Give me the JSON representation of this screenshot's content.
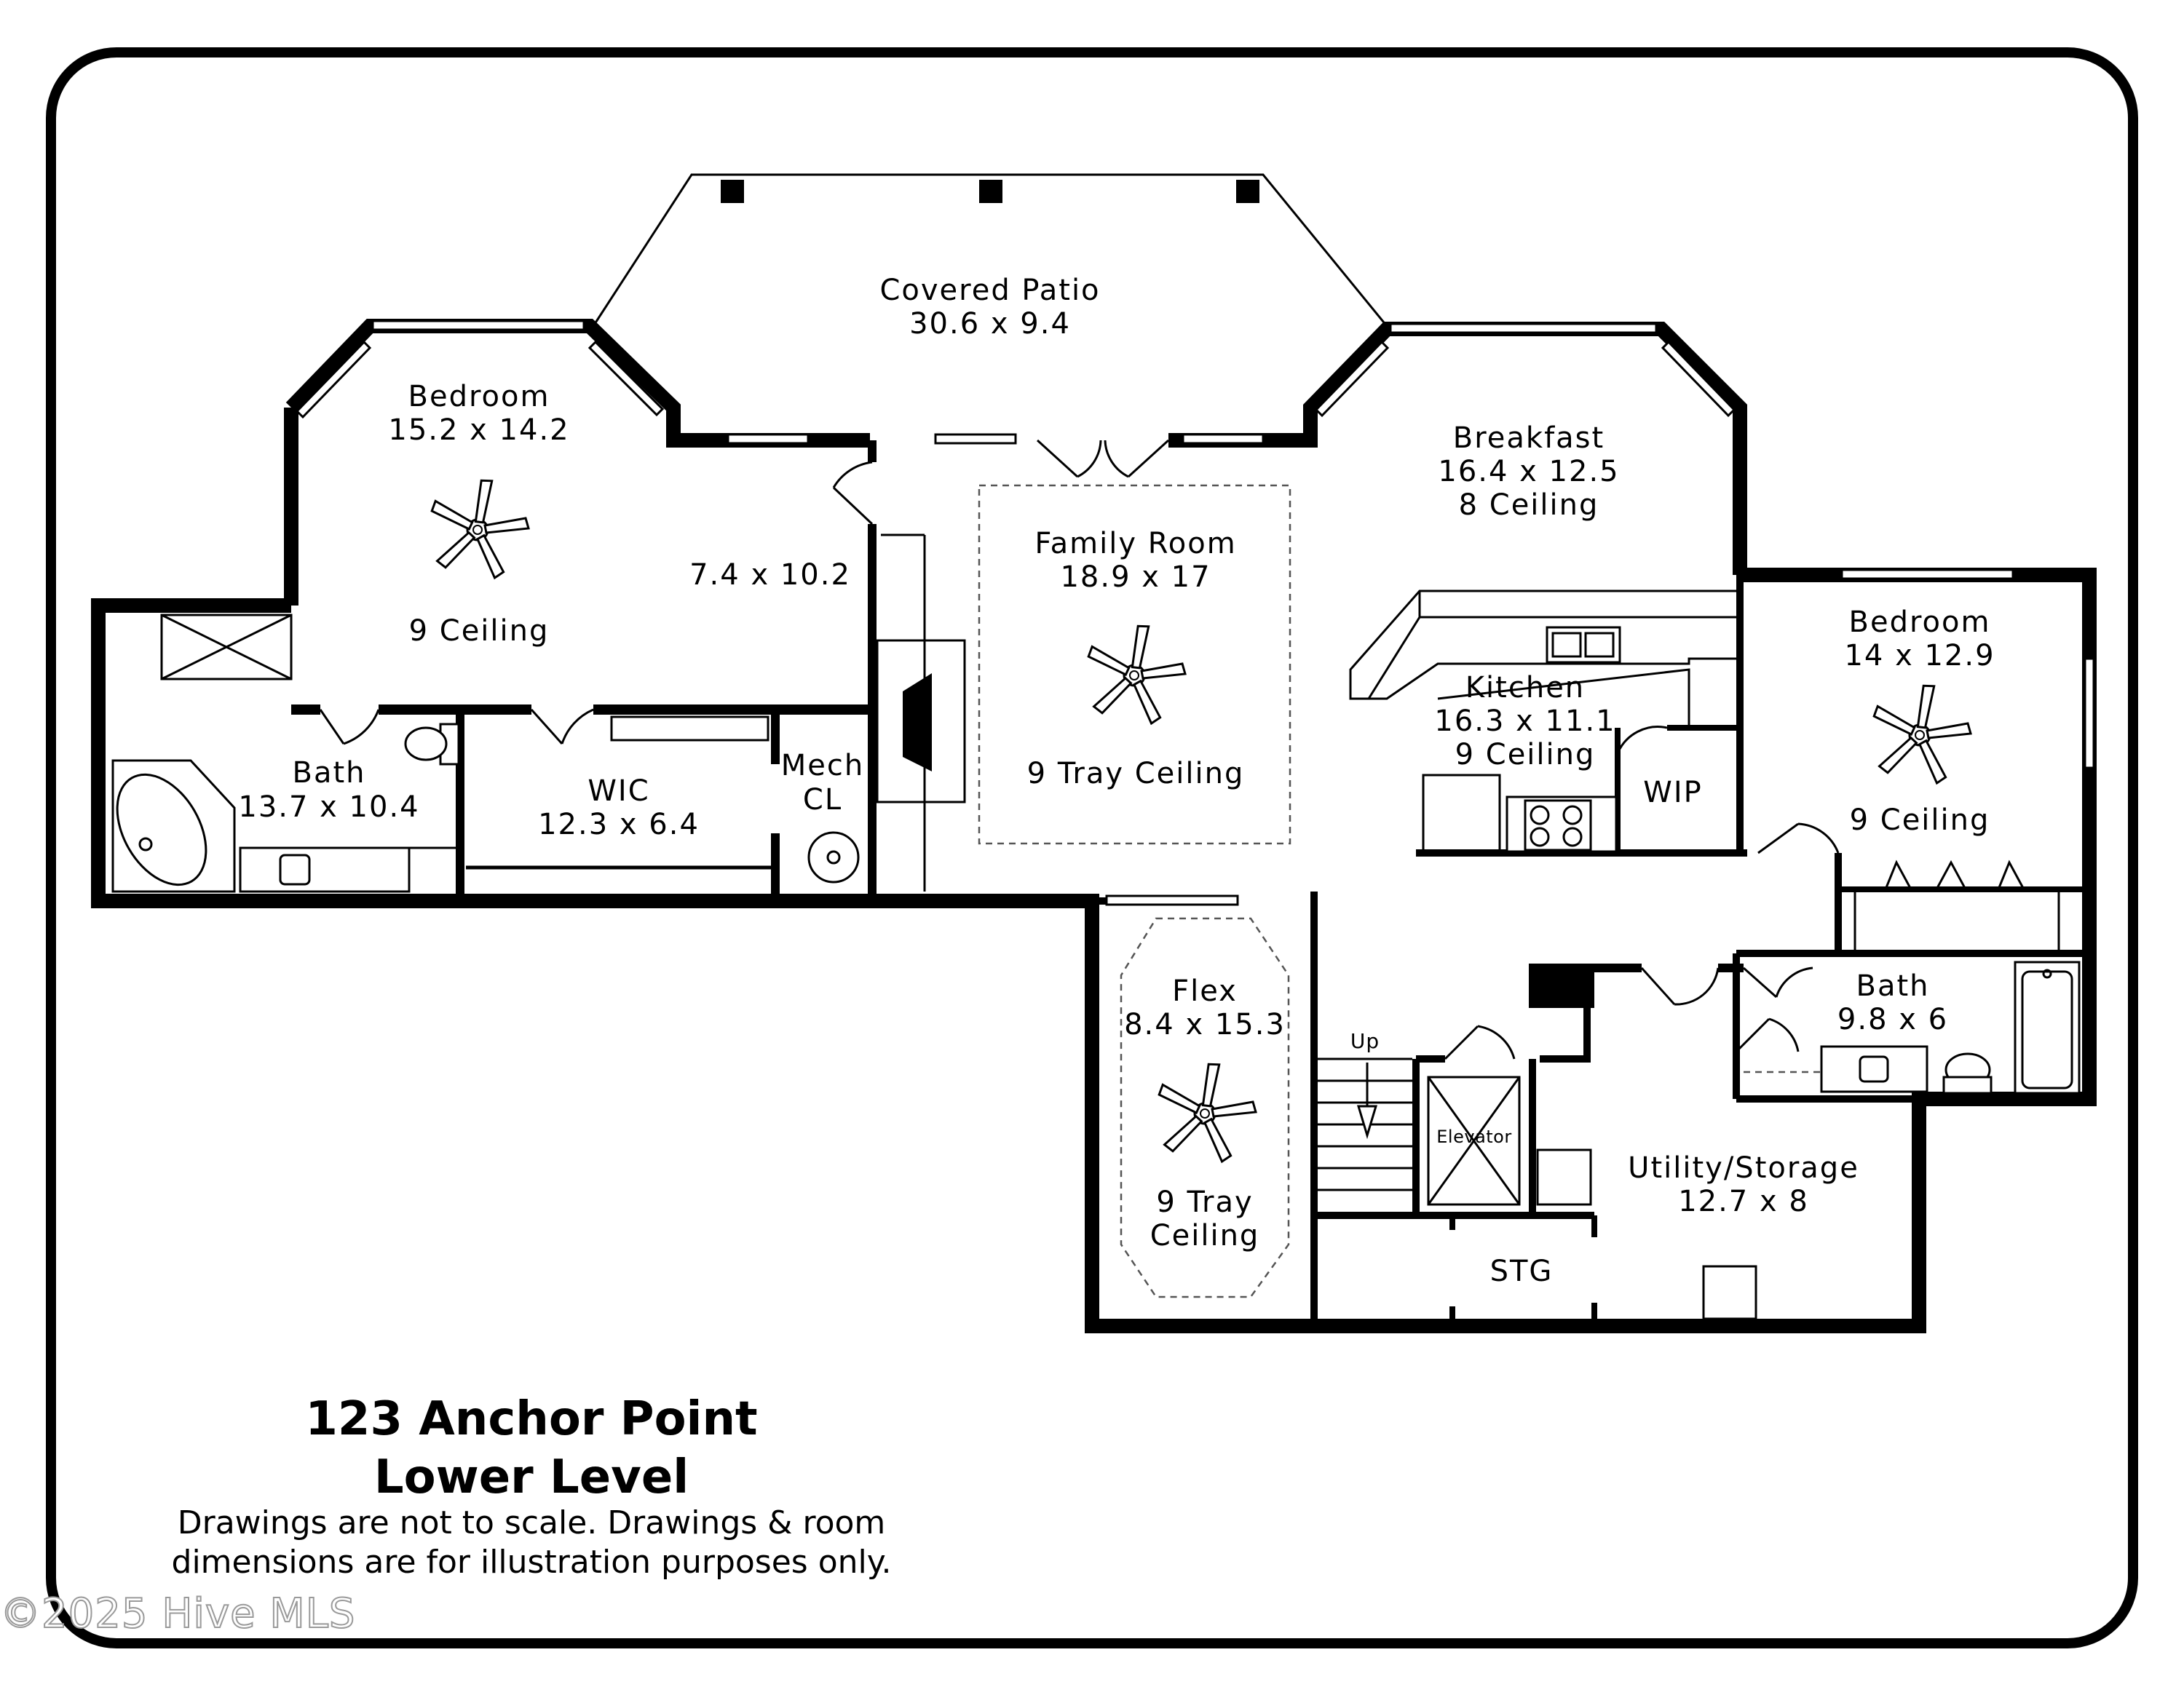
{
  "rooms": {
    "covered_patio": {
      "name": "Covered Patio",
      "dims": "30.6 x 9.4"
    },
    "bedroom_1": {
      "name": "Bedroom",
      "dims": "15.2 x 14.2",
      "ceiling": "9 Ceiling"
    },
    "closet_1": {
      "dims": "7.4 x 10.2"
    },
    "bath_1": {
      "name": "Bath",
      "dims": "13.7 x 10.4"
    },
    "wic": {
      "name": "WIC",
      "dims": "12.3 x 6.4"
    },
    "mech": {
      "line1": "Mech",
      "line2": "CL"
    },
    "family_room": {
      "name": "Family Room",
      "dims": "18.9 x 17",
      "ceiling": "9 Tray Ceiling"
    },
    "breakfast": {
      "name": "Breakfast",
      "dims": "16.4 x 12.5",
      "ceiling": "8 Ceiling"
    },
    "kitchen": {
      "name": "Kitchen",
      "dims": "16.3 x 11.1",
      "ceiling": "9 Ceiling"
    },
    "wip": {
      "name": "WIP"
    },
    "bedroom_2": {
      "name": "Bedroom",
      "dims": "14 x 12.9",
      "ceiling": "9 Ceiling"
    },
    "bath_2": {
      "name": "Bath",
      "dims": "9.8 x 6"
    },
    "flex": {
      "name": "Flex",
      "dims": "8.4 x 15.3",
      "ceiling_line1": "9 Tray",
      "ceiling_line2": "Ceiling"
    },
    "utility": {
      "name": "Utility/Storage",
      "dims": "12.7 x 8"
    },
    "stg": {
      "name": "STG"
    },
    "elevator": {
      "name": "Elevator"
    },
    "stairs": {
      "label": "Up"
    }
  },
  "caption": {
    "address": "123 Anchor Point",
    "level": "Lower Level",
    "disclaimer_line1": "Drawings are not to scale. Drawings & room",
    "disclaimer_line2": "dimensions are for illustration purposes only."
  },
  "copyright": "©2025 Hive MLS",
  "icons": {
    "ceiling_fan": "ceiling-fan-icon",
    "sink": "sink-icon",
    "stove": "cooktop-icon",
    "toilet": "toilet-icon",
    "tub": "bathtub-icon",
    "fireplace": "fireplace-icon"
  }
}
